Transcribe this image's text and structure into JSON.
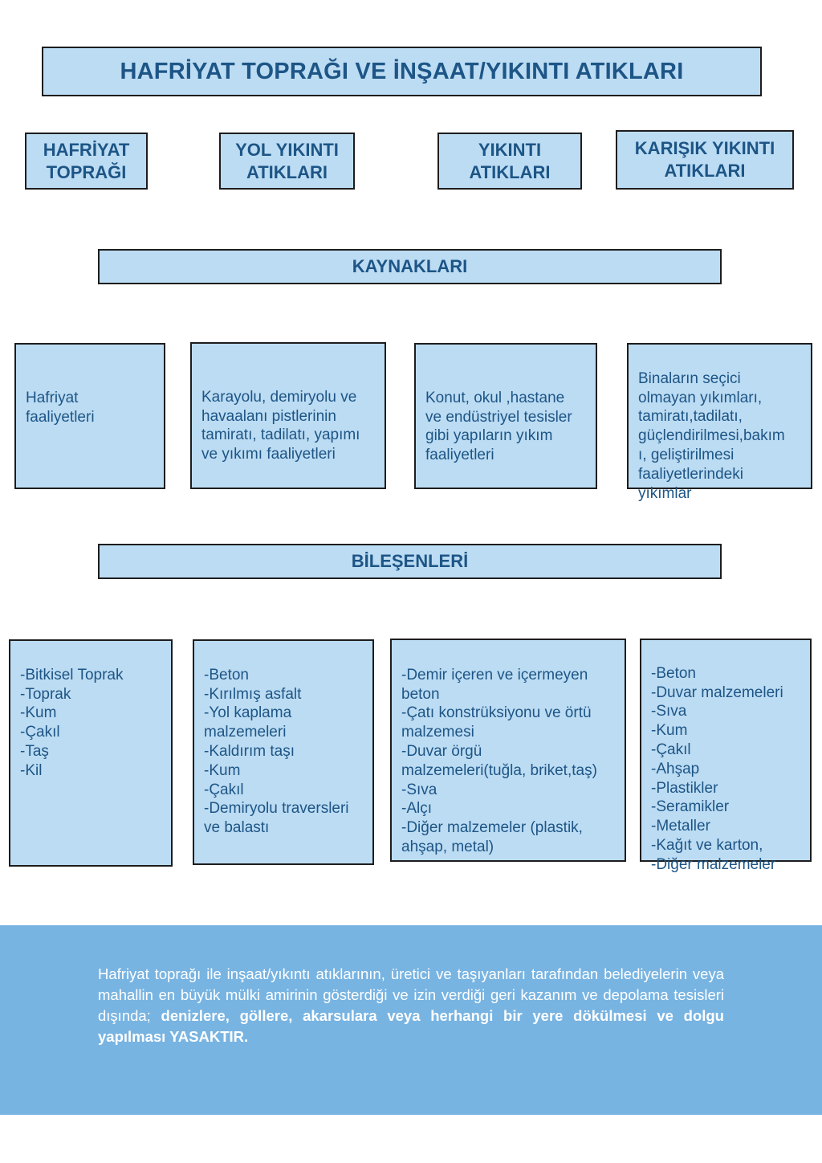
{
  "title": "HAFRİYAT TOPRAĞI VE İNŞAAT/YIKINTI ATIKLARI",
  "categories": [
    "HAFRİYAT TOPRAĞI",
    "YOL YIKINTI ATIKLARI",
    "YIKINTI ATIKLARI",
    "KARIŞIK YIKINTI ATIKLARI"
  ],
  "sections": {
    "sources": "KAYNAKLARI",
    "components": "BİLEŞENLERİ"
  },
  "sources": [
    "Hafriyat\nfaaliyetleri",
    "Karayolu, demiryolu ve\nhavaalanı pistlerinin\ntamiratı, tadilatı, yapımı\nve yıkımı faaliyetleri",
    "Konut, okul ,hastane\nve endüstriyel tesisler\ngibi yapıların yıkım\nfaaliyetleri",
    "Binaların seçici\nolmayan yıkımları,\ntamiratı,tadilatı,\ngüçlendirilmesi,bakım\nı, geliştirilmesi\nfaaliyetlerindeki\nyıkımlar"
  ],
  "components": [
    " -Bitkisel Toprak\n-Toprak\n-Kum\n-Çakıl\n-Taş\n-Kil",
    " -Beton\n-Kırılmış asfalt\n-Yol kaplama\nmalzemeleri\n-Kaldırım taşı\n-Kum\n-Çakıl\n-Demiryolu traversleri\nve balastı",
    " -Demir içeren ve içermeyen\nbeton\n-Çatı konstrüksiyonu ve örtü\nmalzemesi\n-Duvar örgü\nmalzemeleri(tuğla, briket,taş)\n-Sıva\n-Alçı\n-Diğer malzemeler (plastik,\nahşap, metal)",
    "-Beton\n-Duvar malzemeleri\n-Sıva\n-Kum\n-Çakıl\n-Ahşap\n-Plastikler\n-Seramikler\n-Metaller\n-Kağıt ve karton,\n-Diğer malzemeler"
  ],
  "footer": {
    "text": "Hafriyat toprağı ile inşaat/yıkıntı atıklarının, üretici ve taşıyanları tarafından belediyelerin veya mahallin en büyük mülki amirinin gösterdiği ve izin verdiği geri kazanım ve depolama tesisleri dışında; ",
    "bold": "denizlere, göllere, akarsulara veya herhangi bir yere dökülmesi ve dolgu yapılması YASAKTIR."
  },
  "colors": {
    "box_fill": "#bcdcf3",
    "text": "#1d5586",
    "footer_bg": "#78b4e2",
    "border": "#1d1d1d"
  }
}
